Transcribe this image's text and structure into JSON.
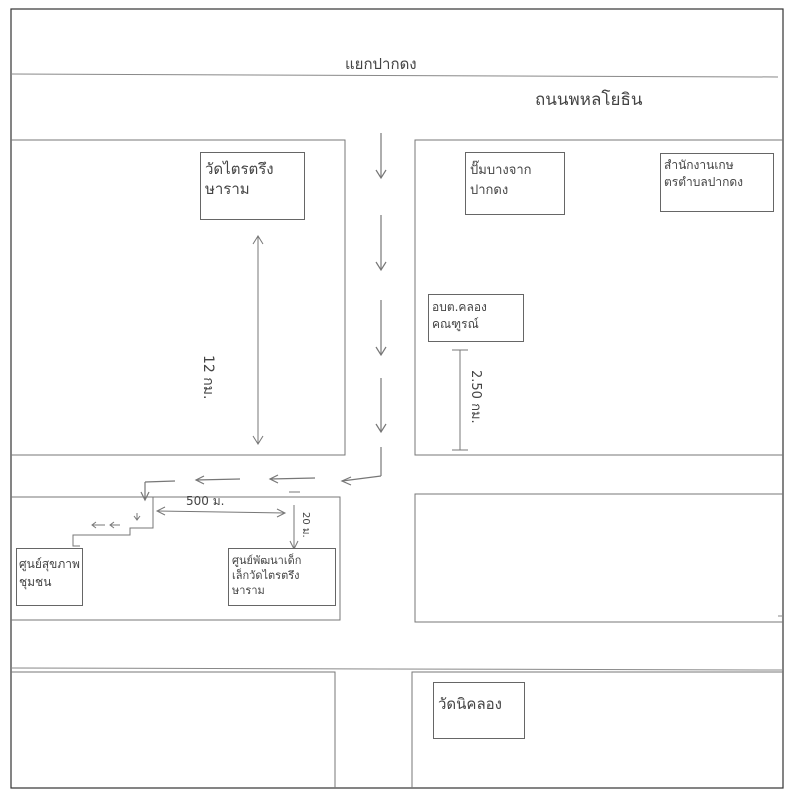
{
  "roads": {
    "top_junction": "แยกปากดง",
    "main_road": "ถนนพหลโยธิน"
  },
  "places": {
    "temple_nw": "วัดไตรตรึง\nษาราม",
    "clinic_pakdong": "ปั๊มบางจาก\nปากดง",
    "agri_office": "สำนักงานเกษ\nตรตำบลปากดง",
    "tambon_office": "อบต.คลอง\nคณฑูรณ์",
    "health_center": "ศูนย์สุขภาพ\nชุมชน",
    "nursery": "ศูนย์พัฒนาเด็ก\nเล็กวัดไตรตรึง\nษาราม",
    "temple_se": "วัดนิคลอง"
  },
  "distances": {
    "vertical_left": "12 กม.",
    "vertical_right": "2.50 กม.",
    "horizontal": "500 ม.",
    "short_vertical": "20 ม."
  },
  "colors": {
    "line": "#6e6e6e",
    "frame": "#333333"
  }
}
